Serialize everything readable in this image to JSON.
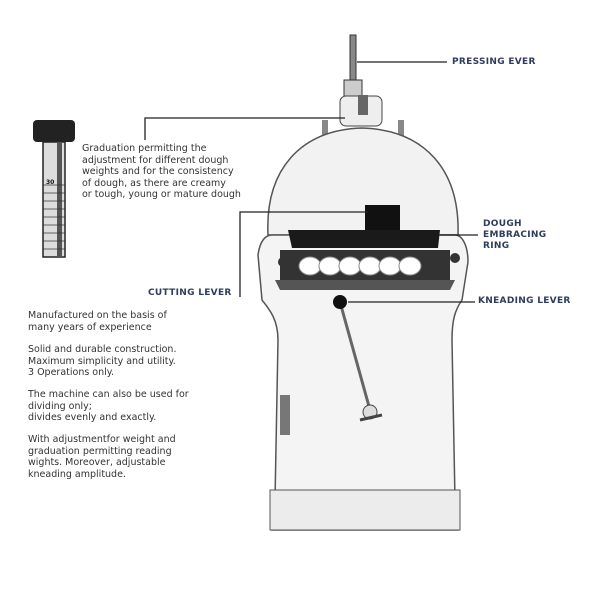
{
  "labels": {
    "pressing_lever": "PRESSING EVER",
    "dough_embracing_ring": "DOUGH\nEMBRACING\nRING",
    "cutting_lever": "CUTTING LEVER",
    "kneading_lever": "KNEADING LEVER"
  },
  "graduation_text": "Graduation permitting the\nadjustment for different dough\nweights and for the consistency\nof dough, as there are creamy\nor tough, young or mature dough",
  "screw_scale_number": "30",
  "features": [
    "Manufactured on the basis of\nmany years of experience",
    "Solid and durable construction.\nMaximum simplicity and utility.\n3 Operations only.",
    "The machine can also be used for\ndividing only;\ndivides evenly and exactly.",
    "With adjustmentfor weight and\ngraduation permitting reading\nwights. Moreover, adjustable\nkneading amplitude."
  ],
  "colors": {
    "label": "#2e3d5c",
    "text": "#333333"
  }
}
